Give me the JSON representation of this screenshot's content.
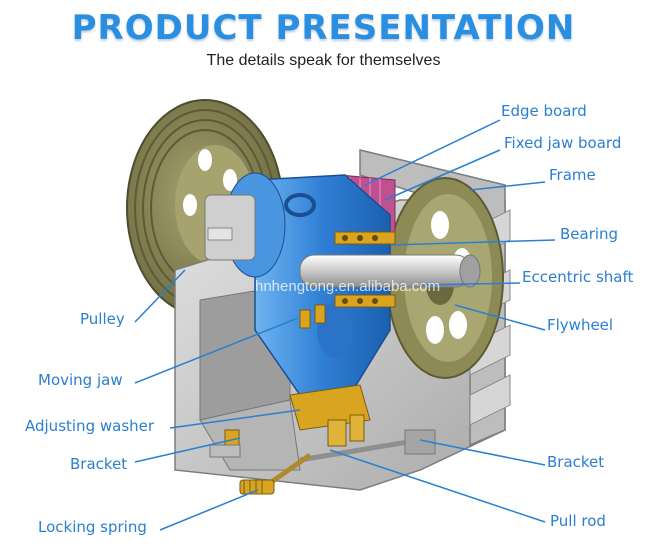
{
  "header": {
    "title": "PRODUCT PRESENTATION",
    "subtitle": "The details speak for themselves"
  },
  "watermark": "hnhengtong.en.alibaba.com",
  "labels": {
    "edge_board": "Edge board",
    "fixed_jaw_board": "Fixed jaw board",
    "frame": "Frame",
    "bearing": "Bearing",
    "eccentric_shaft": "Eccentric shaft",
    "flywheel": "Flywheel",
    "pulley": "Pulley",
    "moving_jaw": "Moving jaw",
    "adjusting_washer": "Adjusting washer",
    "bracket_left": "Bracket",
    "bracket_right": "Bracket",
    "locking_spring": "Locking spring",
    "pull_rod": "Pull rod"
  },
  "colors": {
    "title": "#2a8fe0",
    "label": "#2a7fd1",
    "frame_gray": "#c9c9c9",
    "flywheel_olive": "#8d8a56",
    "jaw_blue": "#3a86d8",
    "spring_gold": "#d9a520"
  }
}
